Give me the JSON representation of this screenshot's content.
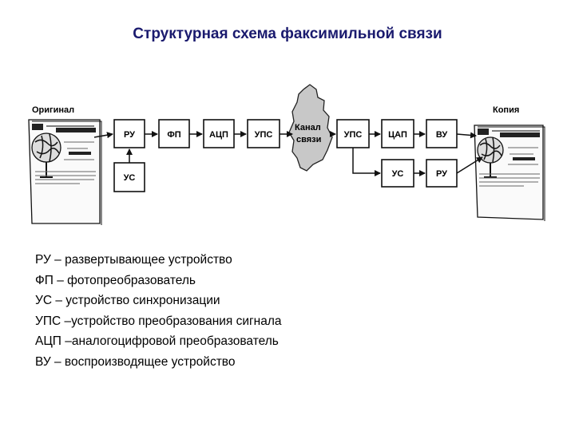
{
  "title": "Структурная схема факсимильной связи",
  "diagram": {
    "original_label": "Оригинал",
    "copy_label": "Копия",
    "channel_label_line1": "Канал",
    "channel_label_line2": "связи",
    "blocks": {
      "ru_tx": "РУ",
      "fp": "ФП",
      "acp": "АЦП",
      "ups_tx": "УПС",
      "us_tx": "УС",
      "ups_rx": "УПС",
      "cap": "ЦАП",
      "vu": "ВУ",
      "us_rx": "УС",
      "ru_rx": "РУ"
    }
  },
  "legend": [
    "РУ – развертывающее устройство",
    "ФП – фотопреобразователь",
    "УС – устройство синхронизации",
    "УПС –устройство преобразования сигнала",
    "АЦП –аналогоцифровой преобразователь",
    "ВУ – воспроизводящее устройство"
  ]
}
